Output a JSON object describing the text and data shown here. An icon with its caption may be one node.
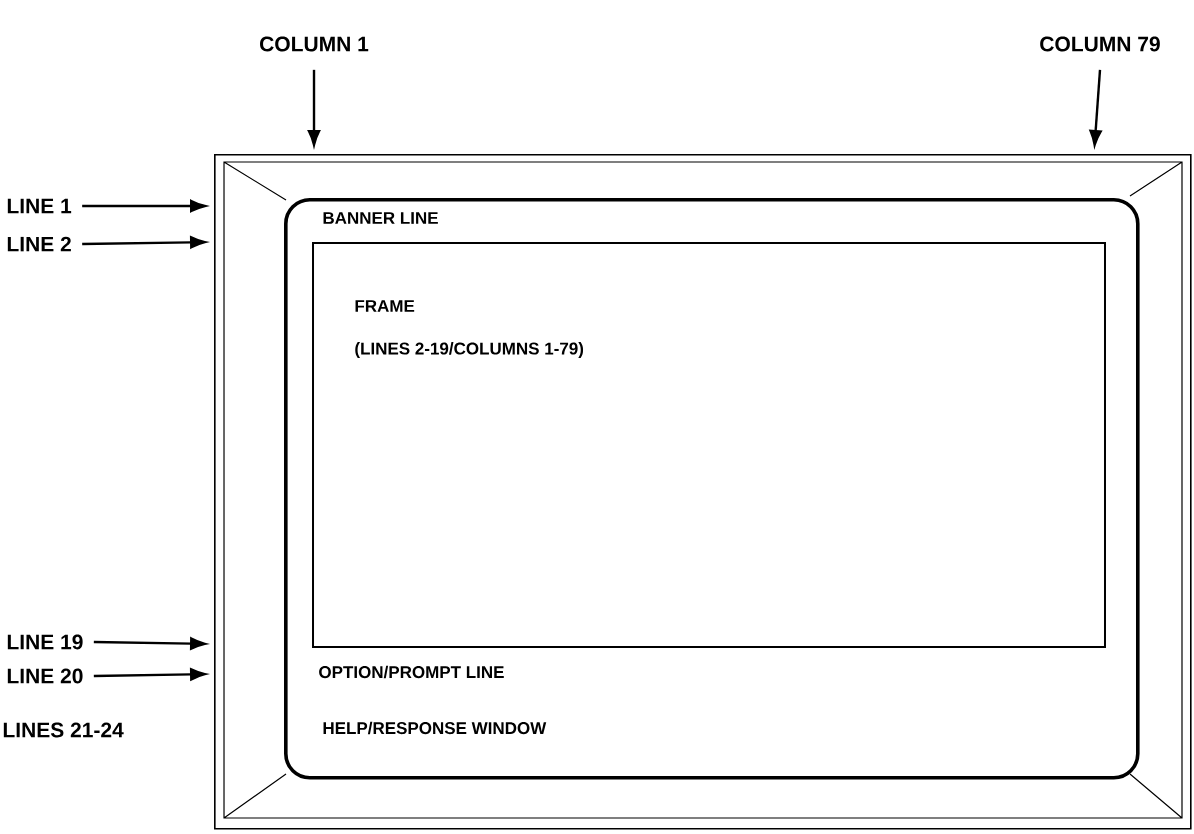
{
  "diagram": {
    "nodes": [
      {
        "text": [],
        "shape": "box"
      },
      {
        "text": [
          "BANNER LINE",
          "OPTION/PROMPT LINE",
          "HELP/RESPONSE WINDOW"
        ],
        "in": 0
      },
      {
        "text": [
          "FRAME",
          "(LINES 2-19/COLUMNS 1-79)"
        ],
        "in": 1
      },
      {
        "text": [
          "COLUMN 1"
        ]
      },
      {
        "text": [
          "COLUMN 79"
        ]
      },
      {
        "text": [
          "LINE 1"
        ]
      },
      {
        "text": [
          "LINE 2"
        ]
      },
      {
        "text": [
          "LINE 19"
        ]
      },
      {
        "text": [
          "LINE 20"
        ]
      }
    ],
    "edges": [
      {
        "from": 3,
        "to": 0,
        "arrow": "to"
      },
      {
        "from": 4,
        "to": 0,
        "arrow": "to"
      },
      {
        "from": 5,
        "to": 0,
        "arrow": "to"
      },
      {
        "from": 6,
        "to": 0,
        "arrow": "to"
      },
      {
        "from": 7,
        "to": 0,
        "arrow": "to"
      },
      {
        "from": 8,
        "to": 0,
        "arrow": "to"
      }
    ],
    "labels": [
      "LINES 21-24"
    ]
  }
}
